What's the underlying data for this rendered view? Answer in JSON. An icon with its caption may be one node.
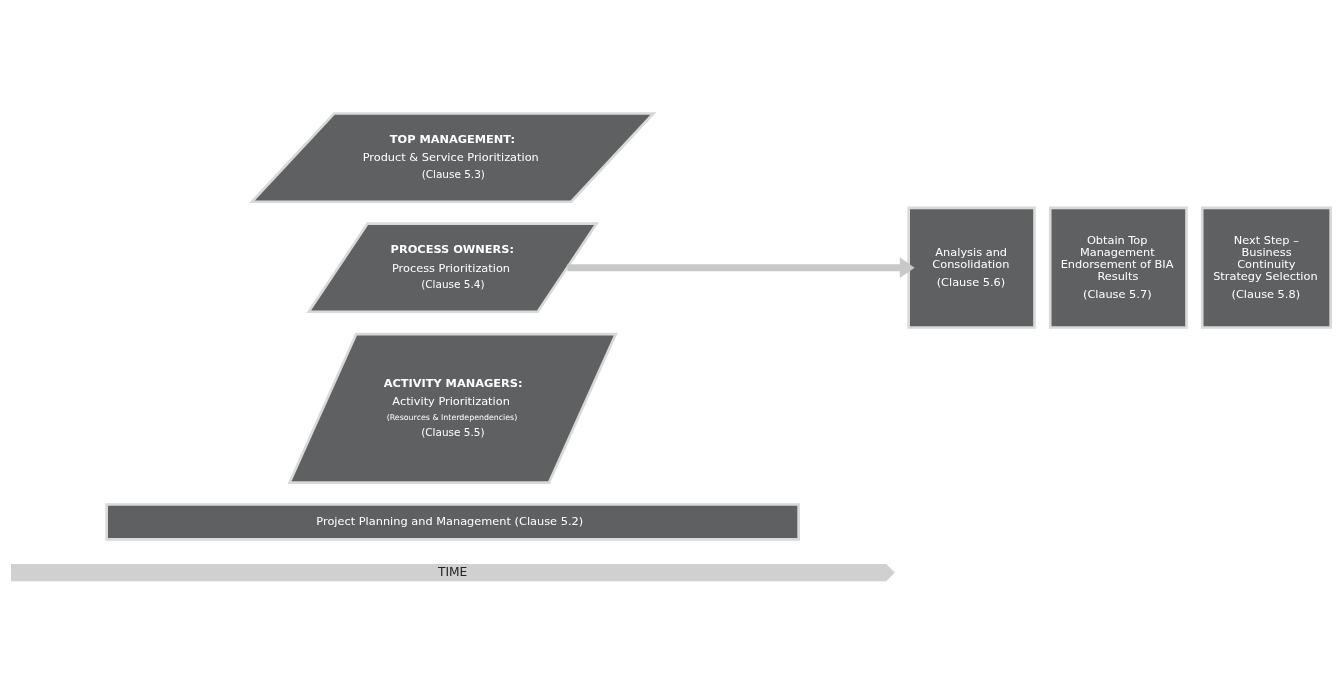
{
  "diagram": {
    "nodes": [
      {
        "text": [
          "TOP MANAGEMENT:",
          "Product & Service Prioritization",
          "(Clause 5.3)"
        ]
      },
      {
        "text": [
          "PROCESS OWNERS:",
          "Process Prioritization",
          "(Clause 5.4)"
        ]
      },
      {
        "text": [
          "ACTIVITY MANAGERS:",
          "Activity Prioritization",
          "(Resources & Interdependencies)",
          "(Clause 5.5)"
        ]
      },
      {
        "text": [
          "Analysis and Consolidation",
          "(Clause 5.6)"
        ]
      },
      {
        "text": [
          "Obtain Top Management Endorsement of BIA Results",
          "(Clause 5.7)"
        ]
      },
      {
        "text": [
          "Next Step – Business Continuity Strategy Selection",
          "(Clause 5.8)"
        ]
      },
      {
        "text": [
          "Project Planning and Management (Clause 5.2)"
        ]
      }
    ],
    "edges": [
      {
        "from": 1,
        "to": 3,
        "arrow": "to"
      }
    ],
    "labels": [
      "TIME"
    ]
  }
}
